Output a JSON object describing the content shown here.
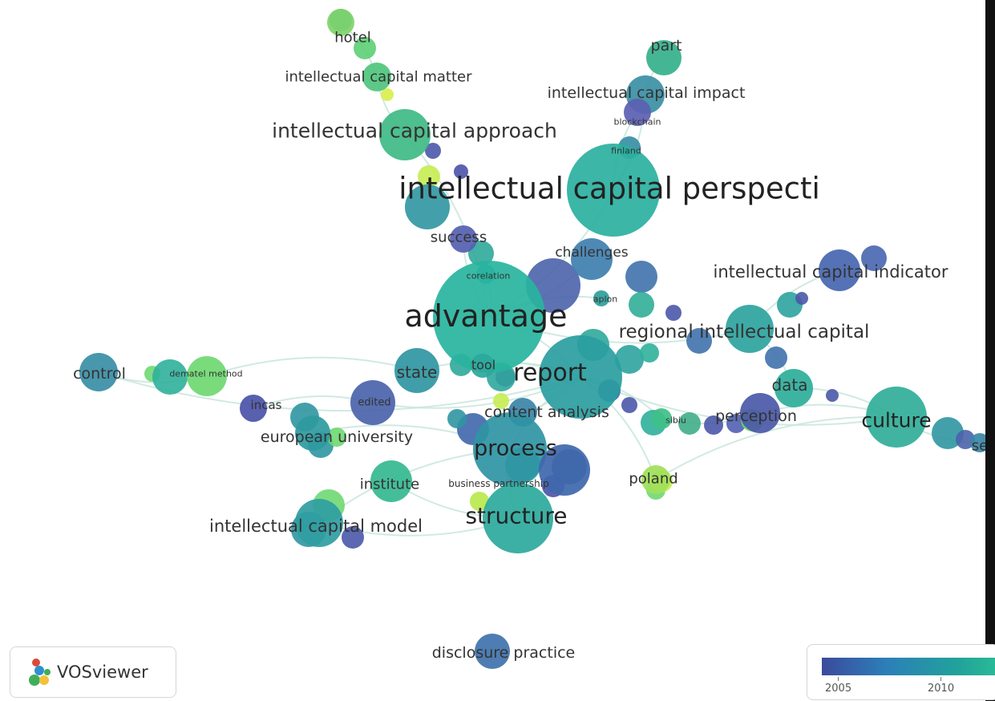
{
  "app": {
    "name": "VOSviewer"
  },
  "legend": {
    "labels": [
      "2005",
      "2010"
    ],
    "colors": [
      "#3b4a9c",
      "#2c7fb8",
      "#21a39a",
      "#2cc096"
    ]
  },
  "edge_color": "#c8e6dc",
  "nodes": [
    {
      "id": "hotel",
      "label": "hotel",
      "weight": 2,
      "color": "#7fd36a",
      "text_color": "#333333"
    },
    {
      "id": "icmatter",
      "label": "intellectual capital matter",
      "weight": 2,
      "color": "#4fc47c",
      "text_color": "#333333"
    },
    {
      "id": "icapproach",
      "label": "intellectual capital approach",
      "weight": 4,
      "color": "#3fba84",
      "text_color": "#333333"
    },
    {
      "id": "part",
      "label": "part",
      "weight": 2,
      "color": "#35b08a",
      "text_color": "#333333"
    },
    {
      "id": "icimpact",
      "label": "intellectual capital impact",
      "weight": 2,
      "color": "#3b8fa4",
      "text_color": "#333333"
    },
    {
      "id": "blockchain",
      "label": "blockchain",
      "weight": 1,
      "color": "#5b5fb2",
      "text_color": "#333333"
    },
    {
      "id": "finland",
      "label": "finland",
      "weight": 1,
      "color": "#3a8ea5",
      "text_color": "#333333"
    },
    {
      "id": "icperspective",
      "label": "intellectual capital perspecti",
      "weight": 6,
      "color": "#2ab0a0",
      "text_color": "#222222"
    },
    {
      "id": "success",
      "label": "success",
      "weight": 2,
      "color": "#5560b0",
      "text_color": "#333333"
    },
    {
      "id": "challenges",
      "label": "challenges",
      "weight": 2,
      "color": "#3f7fb0",
      "text_color": "#333333"
    },
    {
      "id": "icindicator",
      "label": "intellectual capital indicator",
      "weight": 3,
      "color": "#4766b0",
      "text_color": "#333333"
    },
    {
      "id": "corelation",
      "label": "corelation",
      "weight": 1,
      "color": "#2fa89a",
      "text_color": "#333333"
    },
    {
      "id": "advantage",
      "label": "advantage",
      "weight": 7,
      "color": "#28b49e",
      "text_color": "#222222"
    },
    {
      "id": "aplon",
      "label": "aplon",
      "weight": 1,
      "color": "#2d9f9c",
      "text_color": "#333333"
    },
    {
      "id": "regional",
      "label": "regional intellectual capital",
      "weight": 4,
      "color": "#2ea39e",
      "text_color": "#333333"
    },
    {
      "id": "control",
      "label": "control",
      "weight": 2,
      "color": "#3a8ea5",
      "text_color": "#333333"
    },
    {
      "id": "dematel",
      "label": "dematel method",
      "weight": 2,
      "color": "#6fd872",
      "text_color": "#333333"
    },
    {
      "id": "state",
      "label": "state",
      "weight": 3,
      "color": "#2f96a2",
      "text_color": "#333333"
    },
    {
      "id": "tool",
      "label": "tool",
      "weight": 1,
      "color": "#2da79c",
      "text_color": "#333333"
    },
    {
      "id": "report",
      "label": "report",
      "weight": 5,
      "color": "#2a9da0",
      "text_color": "#222222"
    },
    {
      "id": "data",
      "label": "data",
      "weight": 3,
      "color": "#2cae9a",
      "text_color": "#333333"
    },
    {
      "id": "incas",
      "label": "incas",
      "weight": 2,
      "color": "#4a52a8",
      "text_color": "#333333"
    },
    {
      "id": "edited",
      "label": "edited",
      "weight": 2,
      "color": "#4a63ab",
      "text_color": "#333333"
    },
    {
      "id": "contentanalysis",
      "label": "content analysis",
      "weight": 3,
      "color": "#3a84a8",
      "text_color": "#333333"
    },
    {
      "id": "sibiu",
      "label": "sibiu",
      "weight": 1,
      "color": "#3fbf88",
      "text_color": "#333333"
    },
    {
      "id": "perception",
      "label": "perception",
      "weight": 3,
      "color": "#4a58a8",
      "text_color": "#333333"
    },
    {
      "id": "culture",
      "label": "culture",
      "weight": 4,
      "color": "#30ae98",
      "text_color": "#222222"
    },
    {
      "id": "europeanuniv",
      "label": "european university",
      "weight": 3,
      "color": "#2e9aa0",
      "text_color": "#333333"
    },
    {
      "id": "process",
      "label": "process",
      "weight": 5,
      "color": "#2f94a4",
      "text_color": "#222222"
    },
    {
      "id": "institute",
      "label": "institute",
      "weight": 2,
      "color": "#34b88f",
      "text_color": "#333333"
    },
    {
      "id": "bizpartnership",
      "label": "business partnership",
      "weight": 2,
      "color": "#3f67ab",
      "text_color": "#333333"
    },
    {
      "id": "poland",
      "label": "poland",
      "weight": 2,
      "color": "#9fe05a",
      "text_color": "#333333"
    },
    {
      "id": "structure",
      "label": "structure",
      "weight": 5,
      "color": "#2ba99c",
      "text_color": "#222222"
    },
    {
      "id": "icmodel",
      "label": "intellectual capital model",
      "weight": 3,
      "color": "#2f9da1",
      "text_color": "#333333"
    },
    {
      "id": "disclosure",
      "label": "disclosure practice",
      "weight": 2,
      "color": "#3f72ad",
      "text_color": "#333333"
    },
    {
      "id": "cutoff",
      "label": "se",
      "weight": 1,
      "color": "#3a86a7",
      "text_color": "#333333"
    }
  ],
  "edges": [
    [
      "hotel",
      "icmatter"
    ],
    [
      "icmatter",
      "icapproach"
    ],
    [
      "icapproach",
      "advantage"
    ],
    [
      "part",
      "icimpact"
    ],
    [
      "icimpact",
      "icperspective"
    ],
    [
      "blockchain",
      "icperspective"
    ],
    [
      "icperspective",
      "advantage"
    ],
    [
      "success",
      "advantage"
    ],
    [
      "challenges",
      "advantage"
    ],
    [
      "icindicator",
      "regional"
    ],
    [
      "regional",
      "advantage"
    ],
    [
      "control",
      "dematel"
    ],
    [
      "dematel",
      "state"
    ],
    [
      "control",
      "report"
    ],
    [
      "state",
      "report"
    ],
    [
      "report",
      "advantage"
    ],
    [
      "data",
      "culture"
    ],
    [
      "data",
      "regional"
    ],
    [
      "culture",
      "report"
    ],
    [
      "culture",
      "perception"
    ],
    [
      "perception",
      "sibiu"
    ],
    [
      "sibiu",
      "report"
    ],
    [
      "incas",
      "edited"
    ],
    [
      "edited",
      "report"
    ],
    [
      "europeanuniv",
      "process"
    ],
    [
      "process",
      "structure"
    ],
    [
      "process",
      "report"
    ],
    [
      "institute",
      "structure"
    ],
    [
      "bizpartnership",
      "structure"
    ],
    [
      "poland",
      "report"
    ],
    [
      "poland",
      "culture"
    ],
    [
      "icmodel",
      "structure"
    ],
    [
      "icmodel",
      "process"
    ],
    [
      "contentanalysis",
      "report"
    ],
    [
      "tool",
      "report"
    ],
    [
      "aplon",
      "advantage"
    ],
    [
      "corelation",
      "advantage"
    ],
    [
      "culture",
      "cutoff"
    ],
    [
      "finland",
      "icperspective"
    ]
  ]
}
